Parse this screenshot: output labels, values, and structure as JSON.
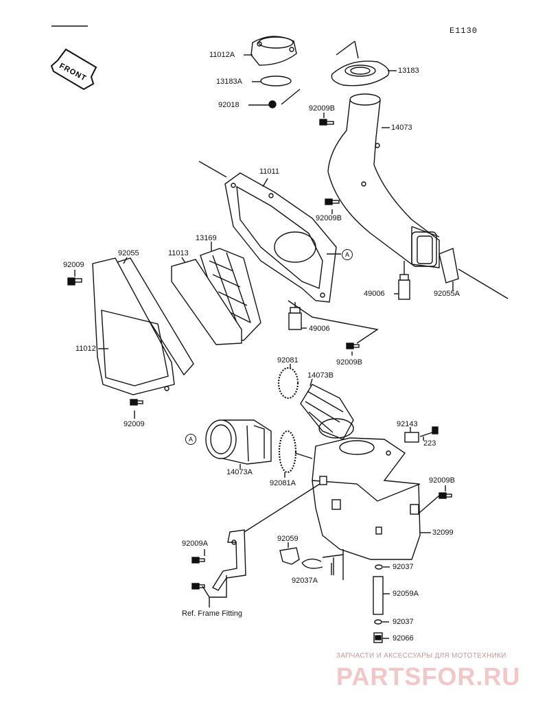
{
  "diagram_code": "E1130",
  "front_label": "FRONT",
  "callout_symbol": "A",
  "parts": {
    "p11012A": "11012A",
    "p13183A": "13183A",
    "p92018": "92018",
    "p13183": "13183",
    "p92009B_top": "92009B",
    "p14073": "14073",
    "p11011": "11011",
    "p92009B_mid": "92009B",
    "p13169": "13169",
    "p11013": "11013",
    "p92055": "92055",
    "p92009_left": "92009",
    "p49006_right": "49006",
    "p92055A": "92055A",
    "p49006_mid": "49006",
    "p11012": "11012",
    "p92009B_low": "92009B",
    "p92081": "92081",
    "p14073B": "14073B",
    "p92009_bottom": "92009",
    "p92143": "92143",
    "p223": "223",
    "p14073A": "14073A",
    "p92081A": "92081A",
    "p92009B_right": "92009B",
    "p92009A": "92009A",
    "p92059": "92059",
    "p32099": "32099",
    "p92037_top": "92037",
    "p92037A": "92037A",
    "p92059A": "92059A",
    "p92037_bottom": "92037",
    "p92066": "92066"
  },
  "ref_frame_fitting": "Ref. Frame Fitting",
  "watermark": {
    "tagline": "ЗАПЧАСТИ И АКСЕССУАРЫ ДЛЯ МОТОТЕХНИКИ",
    "brand": "PARTSFOR.RU"
  }
}
